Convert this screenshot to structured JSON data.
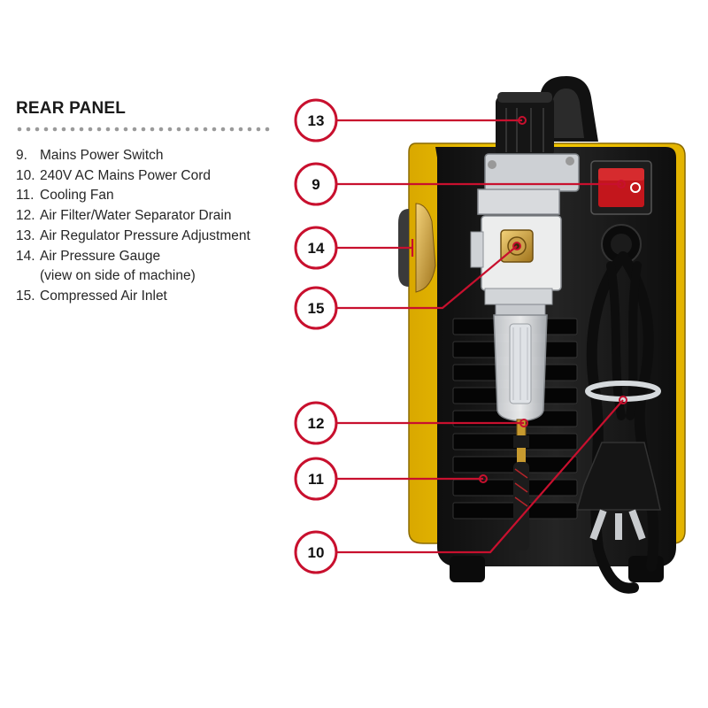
{
  "legend": {
    "title": "REAR PANEL",
    "items": [
      {
        "num": "9.",
        "label": "Mains Power Switch"
      },
      {
        "num": "10.",
        "label": "240V AC Mains Power Cord"
      },
      {
        "num": "11.",
        "label": "Cooling Fan"
      },
      {
        "num": "12.",
        "label": "Air Filter/Water Separator Drain"
      },
      {
        "num": "13.",
        "label": "Air Regulator Pressure Adjustment"
      },
      {
        "num": "14.",
        "label": "Air Pressure Gauge"
      },
      {
        "num": "",
        "label": "(view on side of machine)"
      },
      {
        "num": "15.",
        "label": "Compressed Air Inlet"
      }
    ]
  },
  "callouts": {
    "c13": "13",
    "c9": "9",
    "c14": "14",
    "c15": "15",
    "c12": "12",
    "c11": "11",
    "c10": "10"
  },
  "colors": {
    "callout_red": "#c8102e",
    "machine_yellow": "#f2c300",
    "machine_black": "#161616"
  }
}
